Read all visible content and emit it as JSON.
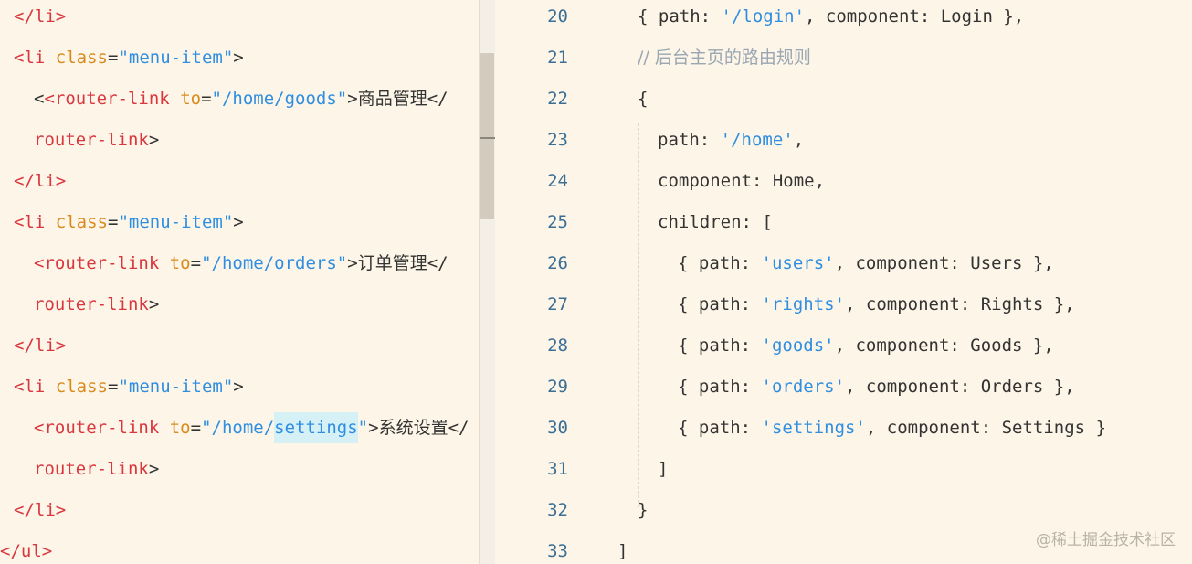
{
  "left_code": {
    "l1": {
      "close": "</li>"
    },
    "l2": {
      "open": "<li",
      "attr": "class",
      "eq": "=",
      "val": "\"menu-item\"",
      "end": ">"
    },
    "l3": {
      "open": "<router-link",
      "attr": "to",
      "eq": "=",
      "val": "\"/home/goods\"",
      "gt": ">",
      "text": "商品管理",
      "tail": "</"
    },
    "l4": {
      "tag": "router-link",
      "end": ">"
    },
    "l5": {
      "close": "</li>"
    },
    "l6": {
      "open": "<li",
      "attr": "class",
      "eq": "=",
      "val": "\"menu-item\"",
      "end": ">"
    },
    "l7": {
      "open": "<router-link",
      "attr": "to",
      "eq": "=",
      "val": "\"/home/orders\"",
      "gt": ">",
      "text": "订单管理",
      "tail": "</"
    },
    "l8": {
      "tag": "router-link",
      "end": ">"
    },
    "l9": {
      "close": "</li>"
    },
    "l10": {
      "open": "<li",
      "attr": "class",
      "eq": "=",
      "val": "\"menu-item\"",
      "end": ">"
    },
    "l11": {
      "open": "<router-link",
      "attr": "to",
      "eq": "=",
      "val_a": "\"/home/",
      "val_hl": "settings",
      "val_b": "\"",
      "gt": ">",
      "text": "系统设置",
      "tail": "</"
    },
    "l12": {
      "tag": "router-link",
      "end": ">"
    },
    "l13": {
      "close": "</li>"
    },
    "l14": {
      "close": "</ul>"
    }
  },
  "right_code": {
    "numbers": [
      "20",
      "21",
      "22",
      "23",
      "24",
      "25",
      "26",
      "27",
      "28",
      "29",
      "30",
      "31",
      "32",
      "33"
    ],
    "r20": {
      "a": "{ path: ",
      "s": "'/login'",
      "b": ", component: Login },"
    },
    "r21": {
      "comment": "// 后台主页的路由规则"
    },
    "r22": {
      "a": "{"
    },
    "r23": {
      "a": "path: ",
      "s": "'/home'",
      "b": ","
    },
    "r24": {
      "a": "component: Home,"
    },
    "r25": {
      "a": "children: ["
    },
    "r26": {
      "a": "{ path: ",
      "s": "'users'",
      "b": ", component: Users },"
    },
    "r27": {
      "a": "{ path: ",
      "s": "'rights'",
      "b": ", component: Rights },"
    },
    "r28": {
      "a": "{ path: ",
      "s": "'goods'",
      "b": ", component: Goods },"
    },
    "r29": {
      "a": "{ path: ",
      "s": "'orders'",
      "b": ", component: Orders },"
    },
    "r30": {
      "a": "{ path: ",
      "s": "'settings'",
      "b": ", component: Settings }"
    },
    "r31": {
      "a": "]"
    },
    "r32": {
      "a": "}"
    },
    "r33": {
      "a": "]"
    }
  },
  "watermark": "@稀土掘金技术社区",
  "colors": {
    "background": "#fdf6e8",
    "tag": "#d9363e",
    "attr": "#d98a1c",
    "string": "#2f8ee0",
    "comment": "#9aa6b2",
    "line_number": "#3a6e94",
    "highlight": "#d6f1f6"
  }
}
